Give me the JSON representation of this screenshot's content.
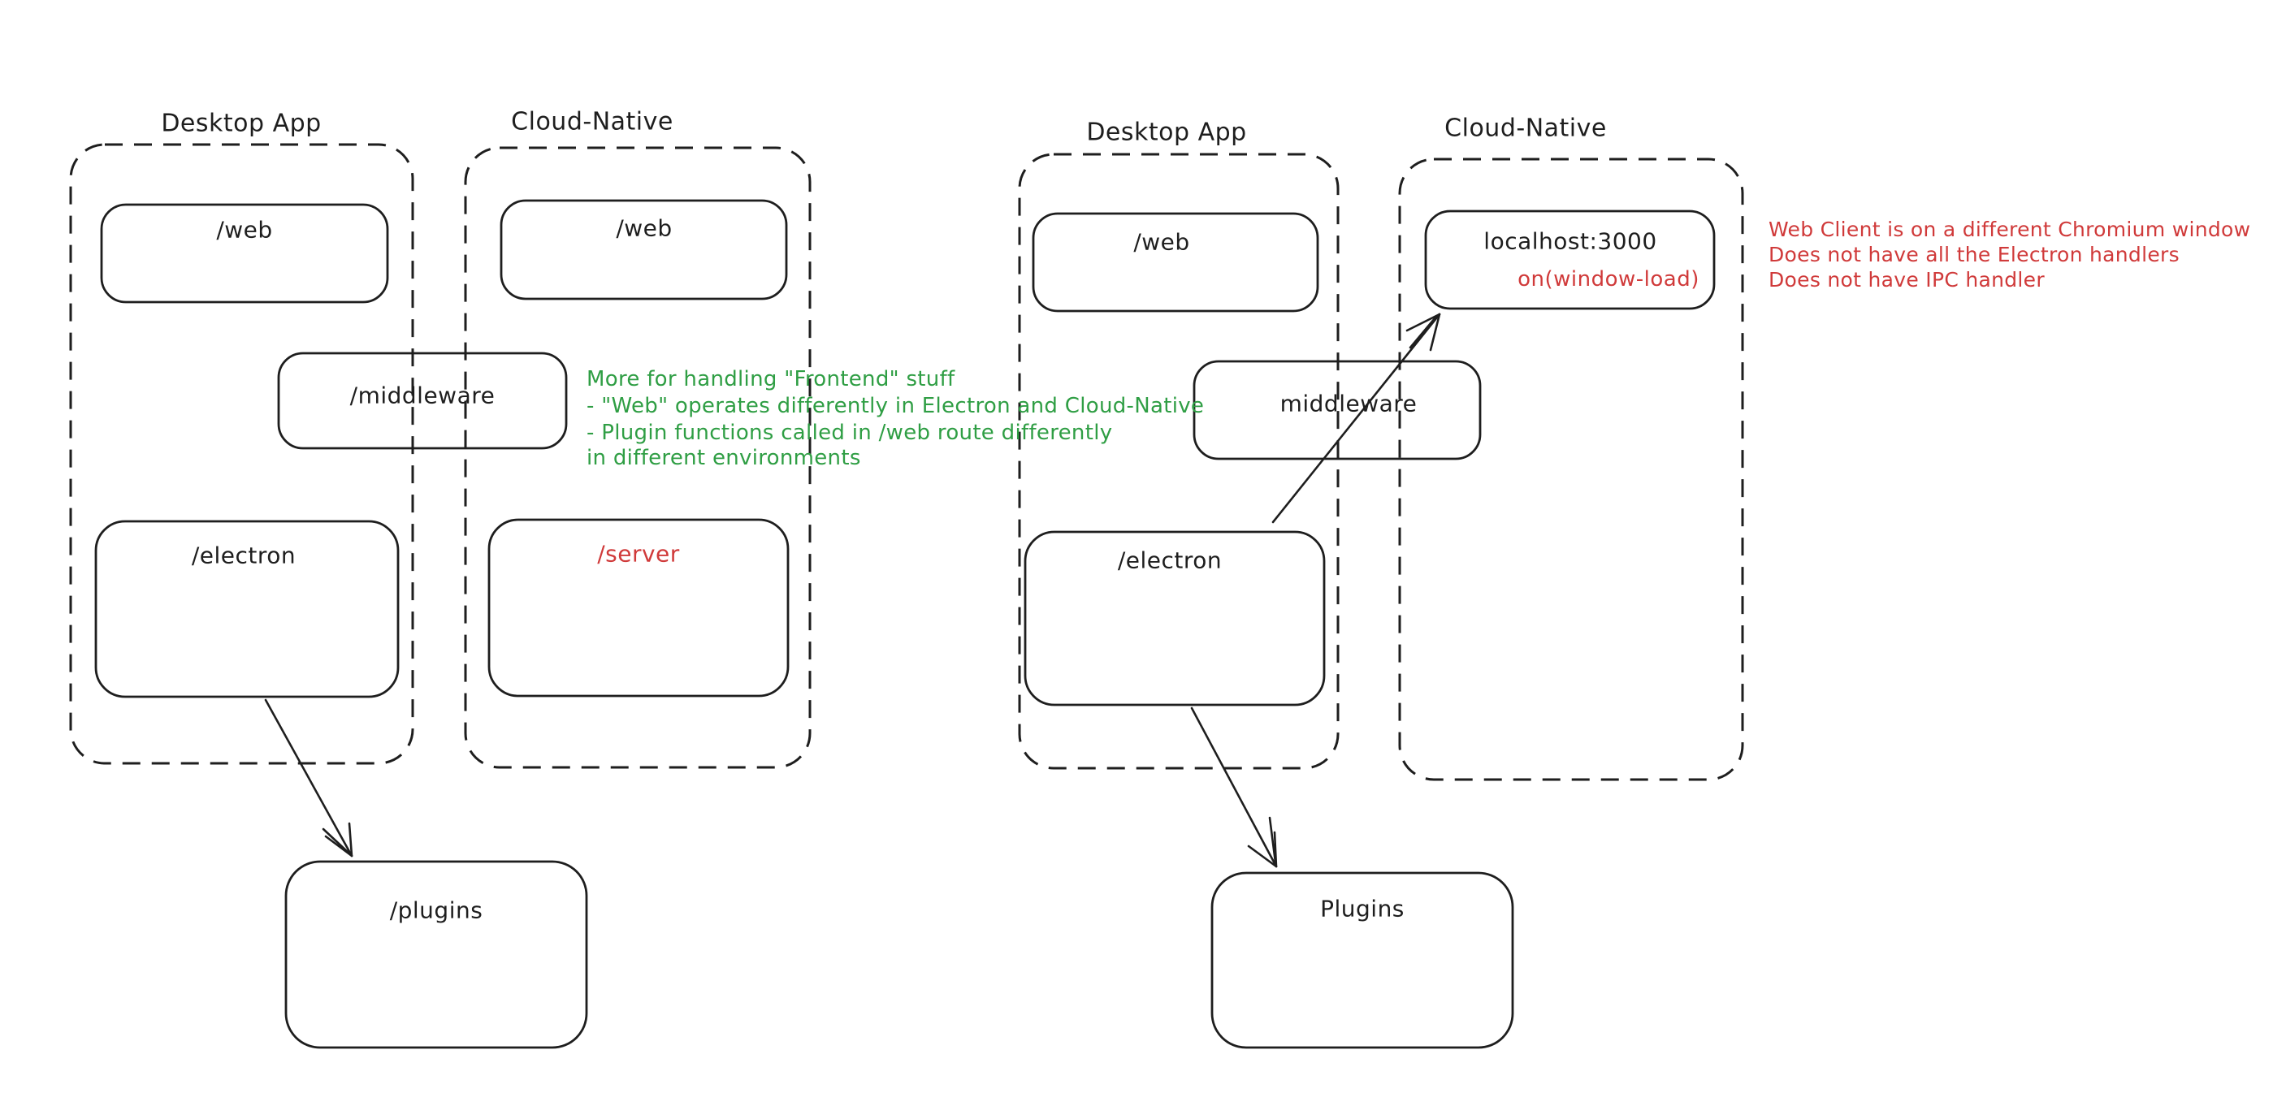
{
  "colors": {
    "ink": "#1e1e1e",
    "red": "#d03a3a",
    "green": "#2f9e44",
    "background": "#ffffff"
  },
  "left_diagram": {
    "desktop_label": "Desktop App",
    "cloud_label": "Cloud-Native",
    "nodes": {
      "web_desktop": {
        "label": "/web"
      },
      "web_cloud": {
        "label": "/web"
      },
      "middleware": {
        "label": "/middleware"
      },
      "electron": {
        "label": "/electron"
      },
      "server": {
        "label": "/server"
      },
      "plugins": {
        "label": "/plugins"
      }
    },
    "annotation": {
      "color": "#2f9e44",
      "lines": [
        "More for handling \"Frontend\" stuff",
        "- \"Web\" operates differently in Electron and Cloud-Native",
        "- Plugin functions called in /web route differently",
        "in different environments"
      ]
    }
  },
  "right_diagram": {
    "desktop_label": "Desktop App",
    "cloud_label": "Cloud-Native",
    "nodes": {
      "web_desktop": {
        "label": "/web"
      },
      "localhost": {
        "label": "localhost:3000",
        "sublabel": "on(window-load)"
      },
      "middleware": {
        "label": "middleware"
      },
      "electron": {
        "label": "/electron"
      },
      "plugins": {
        "label": "Plugins"
      }
    },
    "annotation": {
      "color": "#d03a3a",
      "lines": [
        "Web Client is on a different Chromium window",
        "Does not have all the Electron handlers",
        "Does not have IPC handler"
      ]
    }
  }
}
